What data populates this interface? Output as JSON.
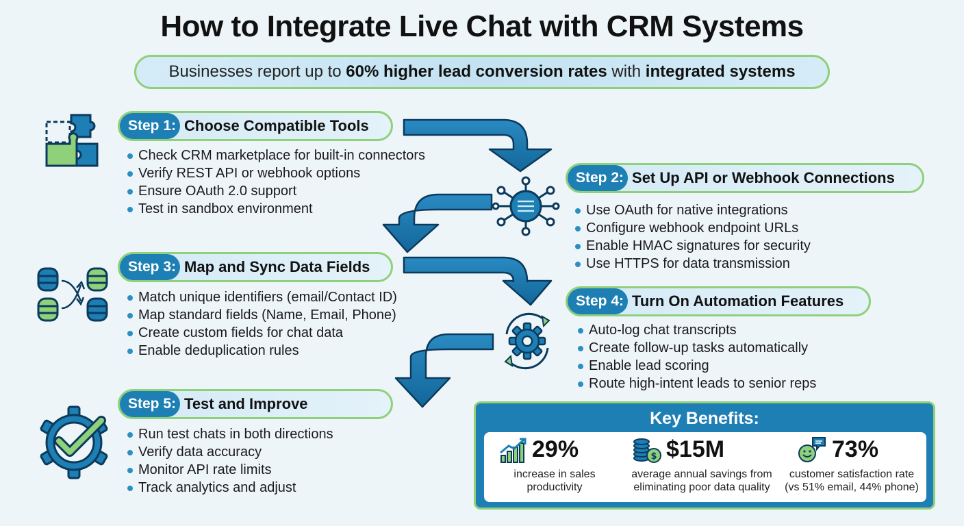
{
  "title": "How to Integrate Live Chat with CRM Systems",
  "subtitle": {
    "prefix": "Businesses report up to ",
    "emphasis": "60% higher lead conversion rates",
    "middle": " with ",
    "emphasis2": "integrated systems"
  },
  "steps": [
    {
      "number": "Step 1:",
      "title": "Choose Compatible Tools",
      "icon": "puzzle-icon",
      "bullets": [
        "Check CRM marketplace for built-in connectors",
        "Verify REST API or webhook options",
        "Ensure OAuth 2.0 support",
        "Test in sandbox environment"
      ]
    },
    {
      "number": "Step 2:",
      "title": "Set Up API or Webhook Connections",
      "icon": "network-hub-icon",
      "bullets": [
        "Use OAuth for native integrations",
        "Configure webhook endpoint URLs",
        "Enable HMAC signatures for security",
        "Use HTTPS for data transmission"
      ]
    },
    {
      "number": "Step 3:",
      "title": "Map and Sync Data Fields",
      "icon": "database-sync-icon",
      "bullets": [
        "Match unique identifiers (email/Contact ID)",
        "Map standard fields (Name, Email, Phone)",
        "Create custom fields for chat data",
        "Enable deduplication rules"
      ]
    },
    {
      "number": "Step 4:",
      "title": "Turn On Automation Features",
      "icon": "gear-cycle-icon",
      "bullets": [
        "Auto-log chat transcripts",
        "Create follow-up tasks automatically",
        "Enable lead scoring",
        "Route high-intent leads to senior reps"
      ]
    },
    {
      "number": "Step 5:",
      "title": "Test and Improve",
      "icon": "checkmark-gear-icon",
      "bullets": [
        "Run test chats in both directions",
        "Verify data accuracy",
        "Monitor API rate limits",
        "Track analytics and adjust"
      ]
    }
  ],
  "benefits": {
    "title": "Key Benefits:",
    "items": [
      {
        "icon": "growth-chart-icon",
        "value": "29%",
        "desc1": "increase in sales",
        "desc2": "productivity"
      },
      {
        "icon": "money-stack-icon",
        "value": "$15M",
        "desc1": "average annual savings from",
        "desc2": "eliminating poor data quality"
      },
      {
        "icon": "smiley-chat-icon",
        "value": "73%",
        "desc1": "customer satisfaction rate",
        "desc2": "(vs 51% email, 44% phone)"
      }
    ]
  },
  "colors": {
    "primary_blue": "#1d7fb3",
    "accent_green": "#8fd07a",
    "background": "#eef5f9"
  }
}
